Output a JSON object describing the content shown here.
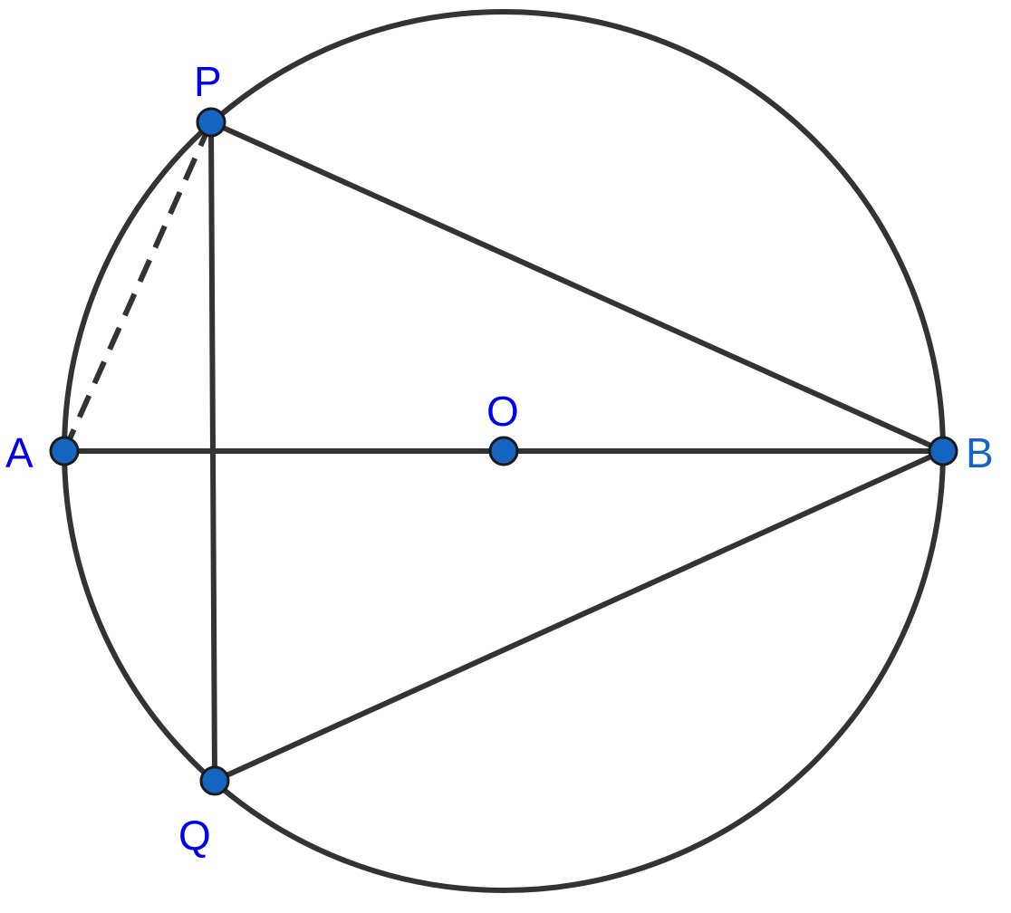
{
  "diagram": {
    "colors": {
      "stroke": "#333333",
      "point_fill": "#1565C0",
      "point_stroke": "#1a1a1a",
      "label": "#0000EE",
      "label_b": "#1565C0"
    },
    "points": {
      "A": {
        "label": "A"
      },
      "B": {
        "label": "B"
      },
      "O": {
        "label": "O"
      },
      "P": {
        "label": "P"
      },
      "Q": {
        "label": "Q"
      }
    }
  }
}
